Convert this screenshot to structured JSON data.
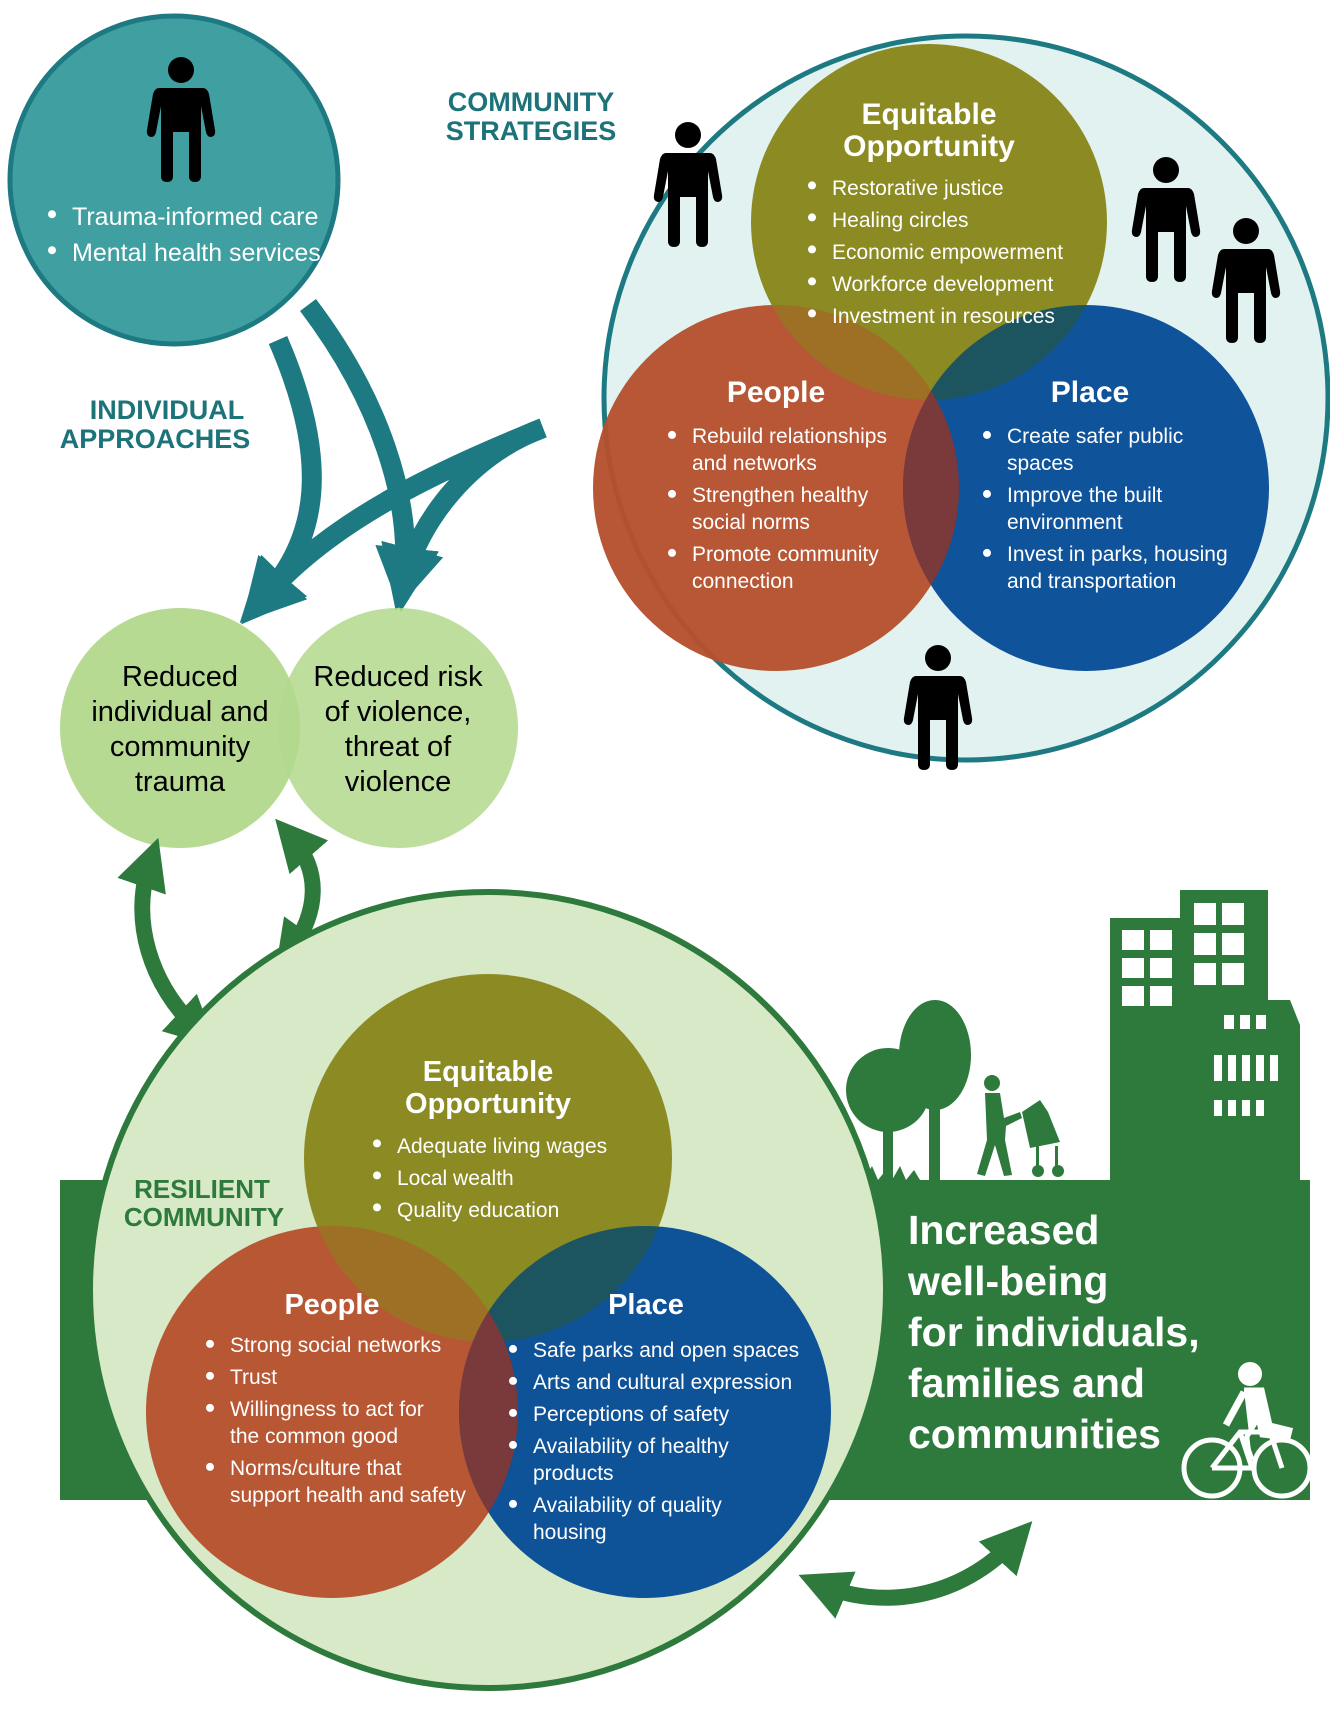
{
  "individual": {
    "heading_line1": "INDIVIDUAL",
    "heading_line2": "APPROACHES",
    "bullets": [
      "Trauma-informed care",
      "Mental health services"
    ]
  },
  "community_strategies": {
    "heading_line1": "COMMUNITY",
    "heading_line2": "STRATEGIES",
    "opportunity": {
      "title_line1": "Equitable",
      "title_line2": "Opportunity",
      "bullets": [
        "Restorative justice",
        "Healing circles",
        "Economic empowerment",
        "Workforce development",
        "Investment in resources"
      ]
    },
    "people": {
      "title": "People",
      "bullets": [
        [
          "Rebuild relationships",
          "and networks"
        ],
        [
          "Strengthen healthy",
          "social norms"
        ],
        [
          "Promote community",
          "connection"
        ]
      ]
    },
    "place": {
      "title": "Place",
      "bullets": [
        [
          "Create safer public",
          "spaces"
        ],
        [
          "Improve the built",
          "environment"
        ],
        [
          "Invest in parks, housing",
          "and transportation"
        ]
      ]
    }
  },
  "outcomes": {
    "trauma": [
      "Reduced",
      "individual and",
      "community",
      "trauma"
    ],
    "violence": [
      "Reduced risk",
      "of violence,",
      "threat of",
      "violence"
    ]
  },
  "resilient_community": {
    "heading_line1": "RESILIENT",
    "heading_line2": "COMMUNITY",
    "opportunity": {
      "title_line1": "Equitable",
      "title_line2": "Opportunity",
      "bullets": [
        "Adequate living wages",
        "Local wealth",
        "Quality education"
      ]
    },
    "people": {
      "title": "People",
      "bullets": [
        [
          "Strong social networks"
        ],
        [
          "Trust"
        ],
        [
          "Willingness to act for",
          "the common good"
        ],
        [
          "Norms/culture that",
          "support health and safety"
        ]
      ]
    },
    "place": {
      "title": "Place",
      "bullets": [
        [
          "Safe parks and open spaces"
        ],
        [
          "Arts and cultural expression"
        ],
        [
          "Perceptions of safety"
        ],
        [
          "Availability of healthy",
          "products"
        ],
        [
          "Availability of quality",
          "housing"
        ]
      ]
    }
  },
  "wellbeing": {
    "lines": [
      "Increased",
      "well-being",
      "for individuals,",
      "families and",
      "communities"
    ]
  },
  "colors": {
    "teal": "#1e7a82",
    "teal_fill": "#3f9fa1",
    "pale_teal": "#e2f2f1",
    "olive": "#8c8a22",
    "rust": "#b5502e",
    "navy": "#034a96",
    "light_green": "#b3d88d",
    "pale_green": "#d8e9c7",
    "dark_green": "#2d7a3c",
    "heading_teal": "#1c7379",
    "heading_green": "#2d7a3c"
  },
  "icons": [
    "person-icon",
    "arrow-icon",
    "double-arrow-icon",
    "tree-icon",
    "building-icon",
    "stroller-walker-icon",
    "cyclist-icon"
  ]
}
